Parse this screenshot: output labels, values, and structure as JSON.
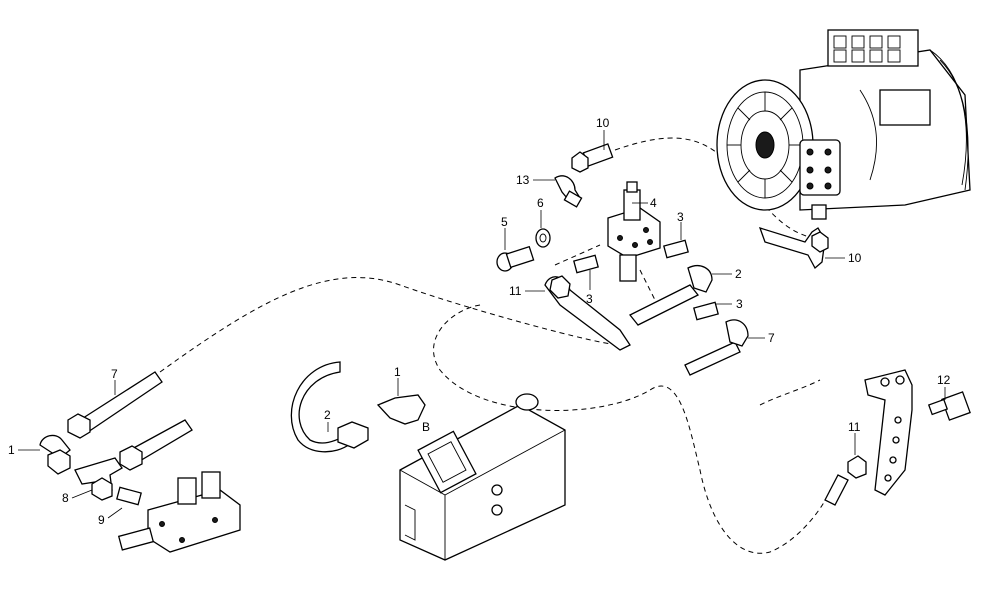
{
  "diagram": {
    "type": "exploded-parts-diagram",
    "callouts": {
      "c1_left": "1",
      "c1_right": "1",
      "c2_left": "2",
      "c2_right": "2",
      "c3_top": "3",
      "c3_mid": "3",
      "c3_right": "3",
      "c4": "4",
      "c5": "5",
      "c6": "6",
      "c7_left": "7",
      "c7_right": "7",
      "c8": "8",
      "c9": "9",
      "c10_top": "10",
      "c10_right": "10",
      "c11_mid": "11",
      "c11_right": "11",
      "c12": "12",
      "c13": "13",
      "detail_b": "B"
    },
    "parts": [
      "transmission-assembly",
      "valve-block",
      "tank",
      "brake-pedal",
      "control-valve",
      "hose-assemblies",
      "fittings"
    ]
  }
}
